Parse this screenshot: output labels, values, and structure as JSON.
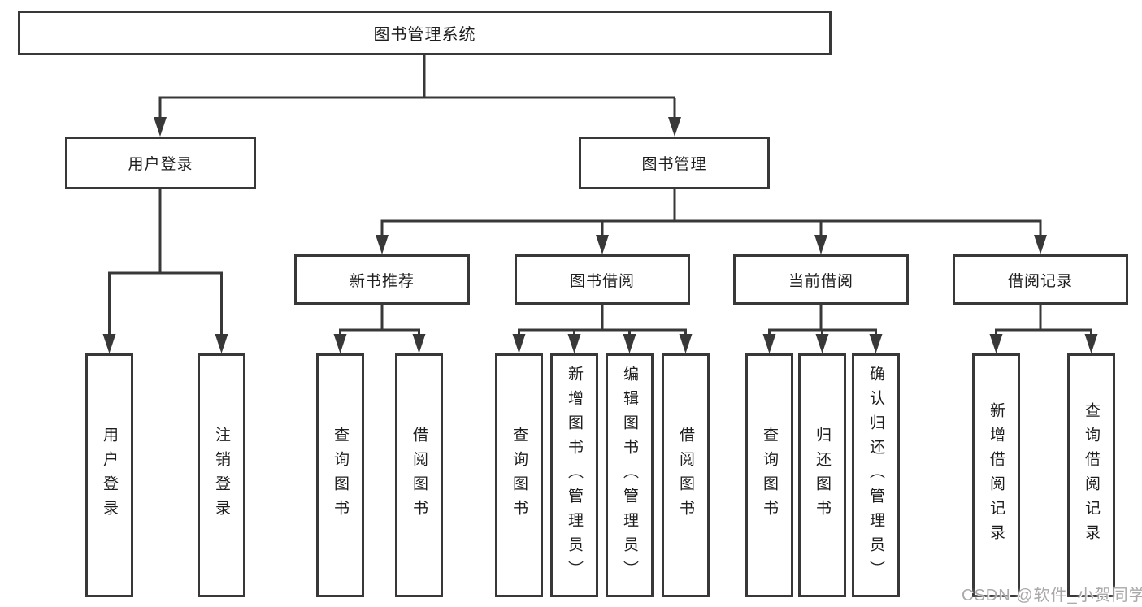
{
  "tree": {
    "label": "图书管理系统",
    "children": [
      {
        "label": "用户登录",
        "children": [
          {
            "label": "用户登录"
          },
          {
            "label": "注销登录"
          }
        ]
      },
      {
        "label": "图书管理",
        "children": [
          {
            "label": "新书推荐",
            "children": [
              {
                "label": "查询图书"
              },
              {
                "label": "借阅图书"
              }
            ]
          },
          {
            "label": "图书借阅",
            "children": [
              {
                "label": "查询图书"
              },
              {
                "label": "新增图书（管理员）"
              },
              {
                "label": "编辑图书（管理员）"
              },
              {
                "label": "借阅图书"
              }
            ]
          },
          {
            "label": "当前借阅",
            "children": [
              {
                "label": "查询图书"
              },
              {
                "label": "归还图书"
              },
              {
                "label": "确认归还（管理员）"
              }
            ]
          },
          {
            "label": "借阅记录",
            "children": [
              {
                "label": "新增借阅记录"
              },
              {
                "label": "查询借阅记录"
              }
            ]
          }
        ]
      }
    ]
  },
  "watermark": {
    "text": "CSDN @软件_小贺同学"
  },
  "colors": {
    "line": "#383838",
    "box_border": "#383838",
    "text": "#1e1e1e",
    "background": "#ffffff",
    "watermark": "#a9a9a9"
  }
}
